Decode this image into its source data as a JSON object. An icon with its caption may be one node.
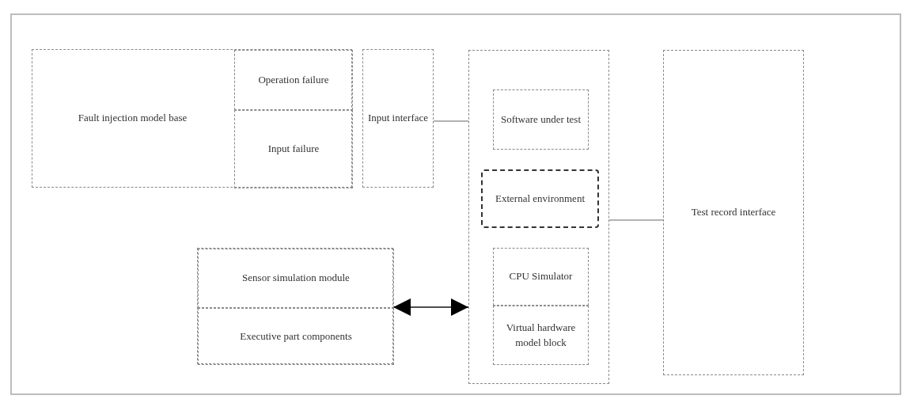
{
  "diagram": {
    "nodes": [
      {
        "text": [
          "Fault injection model base"
        ]
      },
      {
        "text": [
          "Operation failure"
        ],
        "in": 0
      },
      {
        "text": [
          "Input failure"
        ],
        "in": 0
      },
      {
        "text": [
          "Input interface"
        ]
      },
      {
        "text": [],
        "shape": "box"
      },
      {
        "text": [
          "Software under test"
        ],
        "in": 4
      },
      {
        "text": [
          "External environment"
        ],
        "in": 4
      },
      {
        "text": [
          "CPU Simulator"
        ],
        "in": 4
      },
      {
        "text": [
          "Virtual hardware model block"
        ],
        "in": 4
      },
      {
        "text": [
          "Test record interface"
        ]
      },
      {
        "text": [],
        "shape": "box"
      },
      {
        "text": [
          "Sensor simulation module"
        ],
        "in": 10
      },
      {
        "text": [
          "Executive part components"
        ],
        "in": 10
      }
    ],
    "edges": [
      {
        "from": 3,
        "to": 4,
        "arrow": "none"
      },
      {
        "from": 4,
        "to": 9,
        "arrow": "none"
      },
      {
        "from": 10,
        "to": 4,
        "arrow": "both",
        "color": "#111111"
      }
    ]
  }
}
